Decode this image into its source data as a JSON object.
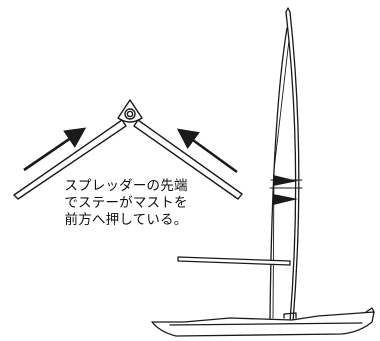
{
  "caption": {
    "line1": "スプレッダーの先端",
    "line2": "でステーがマストを",
    "line3": "前方へ押している。"
  },
  "colors": {
    "stroke": "#1a1a1a",
    "fill": "#ffffff"
  },
  "icons": {
    "force_arrows": "arrow-up-right-icon / arrow-up-left-icon",
    "mast_arrows": "triangle-right-icon"
  }
}
